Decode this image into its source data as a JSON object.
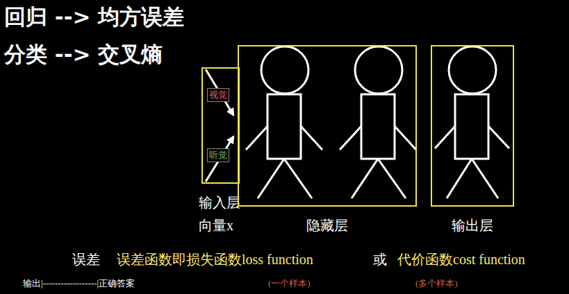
{
  "diagram": {
    "nodes": [
      {
        "text": [
          "输入层",
          "向量x"
        ]
      },
      {
        "text": [
          "视觉"
        ],
        "in": 0
      },
      {
        "text": [
          "听觉"
        ],
        "in": 0
      },
      {
        "text": [
          "隐藏层"
        ]
      },
      {
        "text": [
          "输出层"
        ]
      }
    ],
    "labels": [
      "回归 --> 均方误差",
      "分类 --> 交叉熵",
      "误差",
      "误差函数即损失函数loss function",
      "或",
      "代价函数cost function",
      "输出|------------------|正确答案",
      "(一个样本)",
      "(多个样本)"
    ]
  }
}
